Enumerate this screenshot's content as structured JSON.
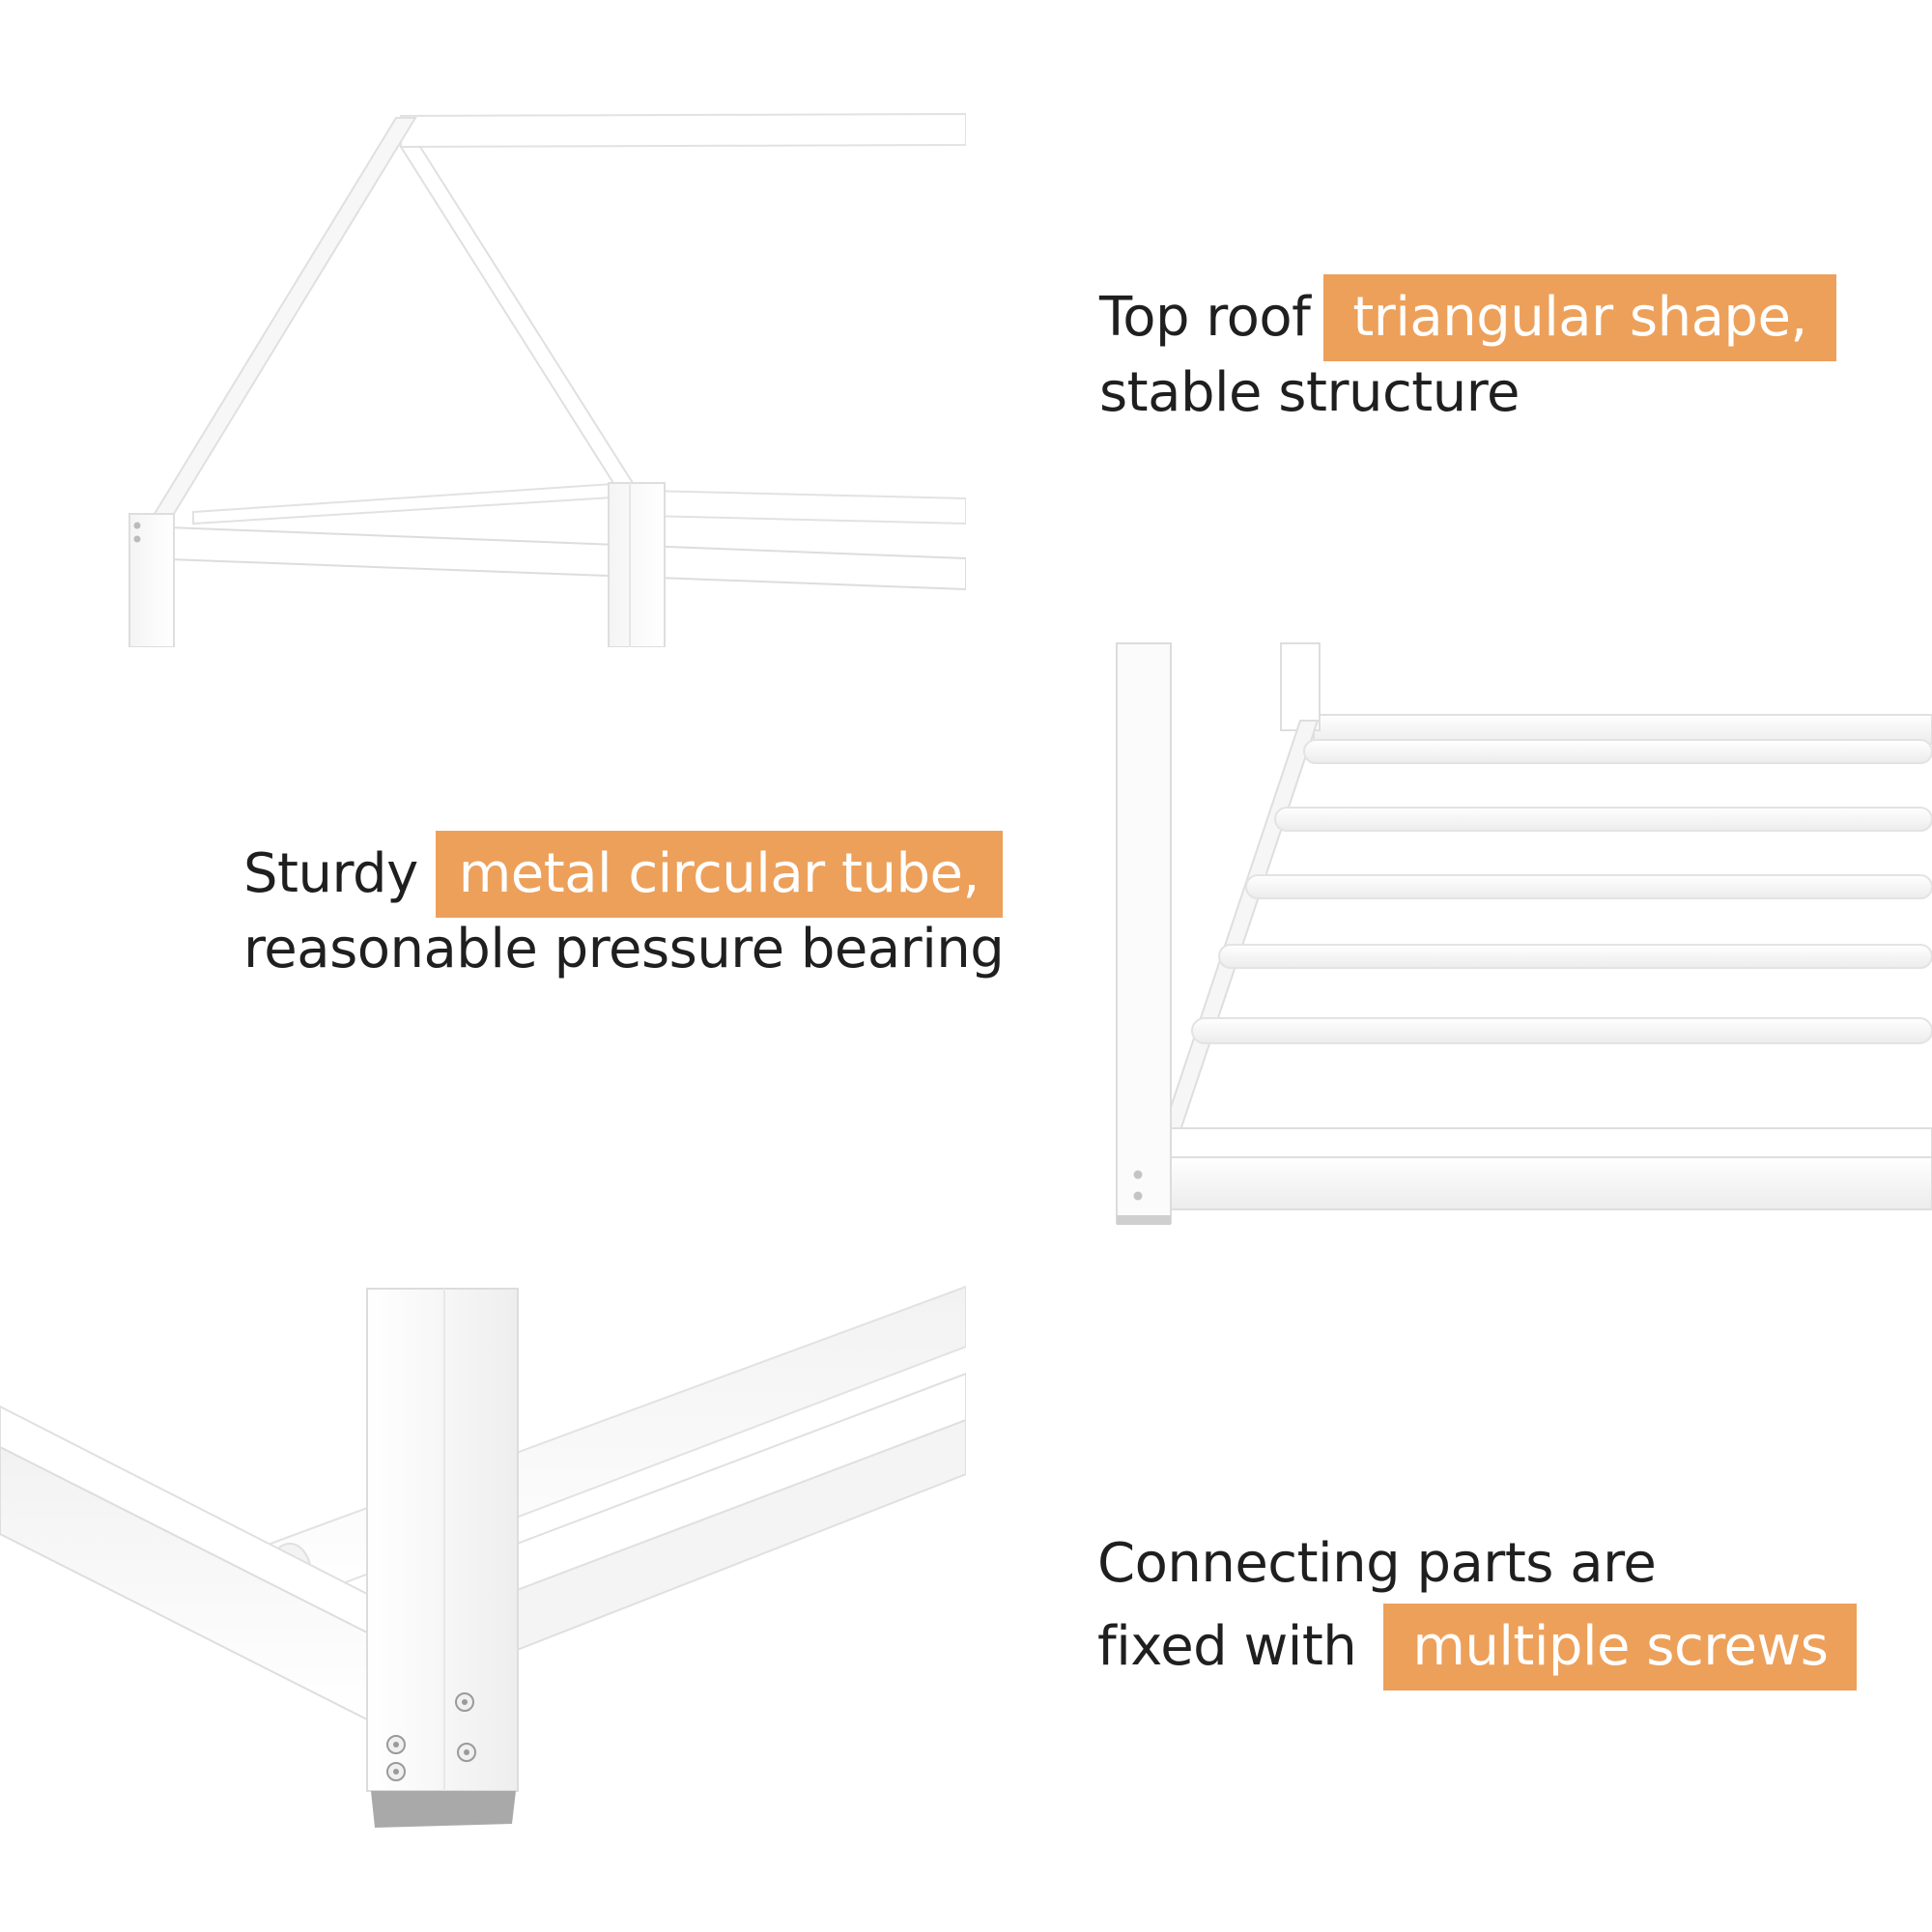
{
  "colors": {
    "accent": "#eda05a",
    "frame_white": "#ffffff",
    "frame_shadow": "#e4e4e4",
    "frame_edge": "#d2d2d2"
  },
  "captions": {
    "roof": {
      "prefix": "Top roof",
      "highlight": "triangular shape,",
      "line2": "stable structure"
    },
    "tube": {
      "prefix": "Sturdy",
      "highlight": "metal circular tube,",
      "line2": "reasonable pressure bearing"
    },
    "screws": {
      "line1": "Connecting parts are",
      "prefix": "fixed with",
      "highlight": "multiple screws"
    }
  }
}
